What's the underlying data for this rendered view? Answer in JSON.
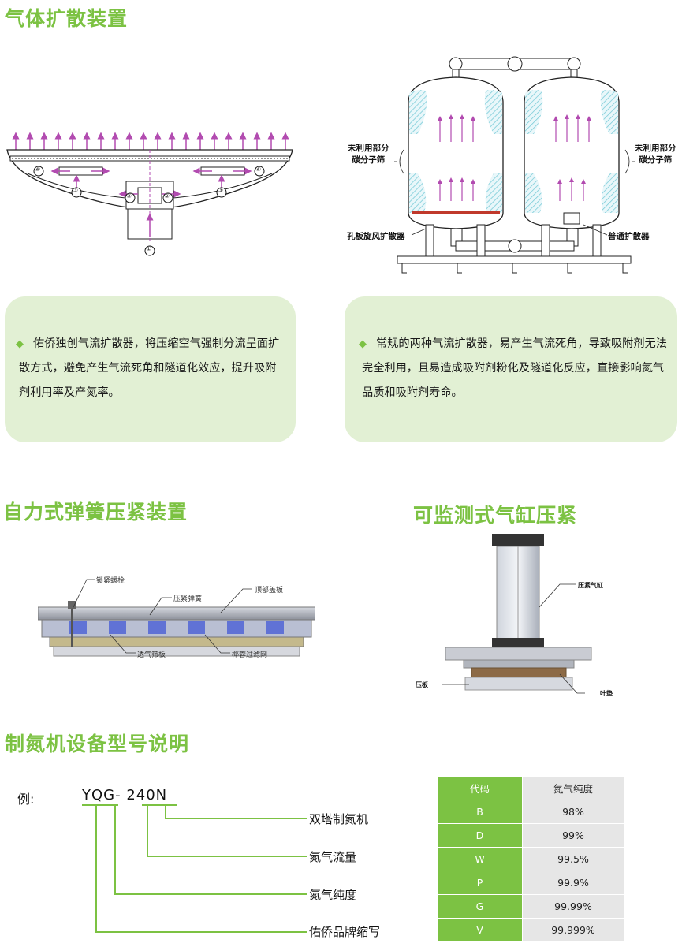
{
  "sections": {
    "diffuser_title": "气体扩散装置",
    "spring_title": "自力式弹簧压紧装置",
    "cylinder_title": "可监测式气缸压紧",
    "model_title": "制氮机设备型号说明"
  },
  "diffuser_diagram": {
    "markers": [
      "①",
      "②",
      "②",
      "③",
      "③",
      "④",
      "④"
    ]
  },
  "tower_diagram": {
    "left_label_line1": "未利用部分",
    "left_label_line2": "碳分子筛",
    "right_label_line1": "未利用部分",
    "right_label_line2": "碳分子筛",
    "bottom_left_label": "孔板旋风扩散器",
    "bottom_right_label": "普通扩散器"
  },
  "cards": {
    "left_text": "佑侨独创气流扩散器，将压缩空气强制分流呈面扩散方式，避免产生气流死角和隧道化效应，提升吸附剂利用率及产氮率。",
    "right_text": "常规的两种气流扩散器，易产生气流死角，导致吸附剂无法完全利用，且易造成吸附剂粉化及隧道化反应，直接影响氮气品质和吸附剂寿命。"
  },
  "spring_diagram": {
    "lock_bolt": "锁紧螺栓",
    "spring": "压紧弹簧",
    "top_cover": "顶部盖板",
    "screen": "透气筛板",
    "coir": "椰蓉过滤网"
  },
  "cylinder_diagram": {
    "cylinder": "压紧气缸",
    "plate": "压板",
    "pad": "叶垫"
  },
  "model": {
    "example_label": "例:",
    "code": "YQG- 240N",
    "meaning_1": "双塔制氮机",
    "meaning_2": "氮气流量",
    "meaning_3": "氮气纯度",
    "meaning_4": "佑侨品牌缩写"
  },
  "purity_table": {
    "header_code": "代码",
    "header_purity": "氮气纯度",
    "rows": [
      {
        "code": "B",
        "purity": "98%"
      },
      {
        "code": "D",
        "purity": "99%"
      },
      {
        "code": "W",
        "purity": "99.5%"
      },
      {
        "code": "P",
        "purity": "99.9%"
      },
      {
        "code": "G",
        "purity": "99.99%"
      },
      {
        "code": "V",
        "purity": "99.999%"
      }
    ]
  },
  "colors": {
    "accent": "#7cc243",
    "card_bg": "#e2f0d4",
    "arrow_purple": "#b24bb0",
    "sieve_hatch": "#74c9d6"
  }
}
